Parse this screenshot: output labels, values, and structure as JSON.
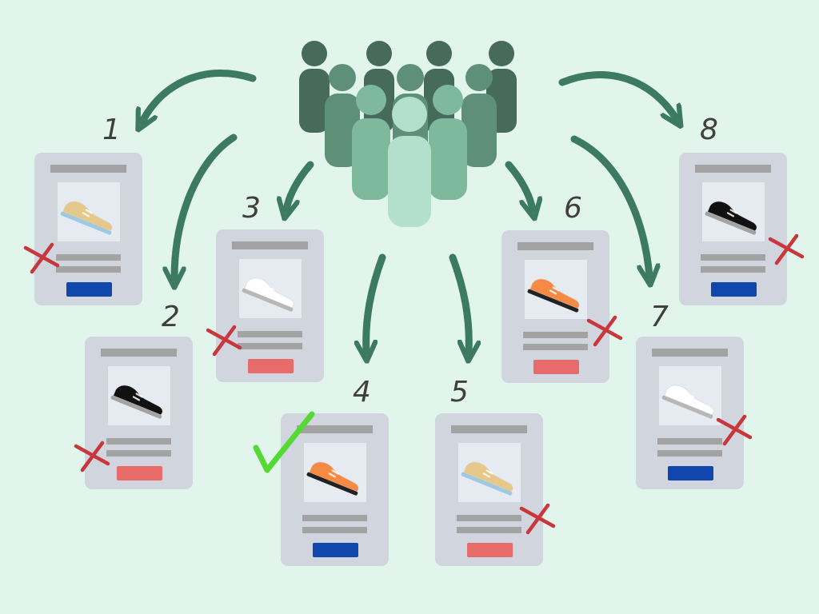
{
  "colors": {
    "background": "#e1f5ec",
    "card": "#d1d6de",
    "card_bar": "#a3a3a3",
    "image_bg": "#e6ebf1",
    "btn_blue": "#0f47ad",
    "btn_red": "#e86b6b",
    "arrow": "#3d7a64",
    "cross": "#c7373c",
    "check": "#55d935"
  },
  "icons": {
    "audience": "people-group-icon",
    "shoe": "sneaker-icon",
    "rejected": "red-cross-icon",
    "chosen": "green-checkmark-icon"
  },
  "variants": [
    {
      "number": "1",
      "shoe_color": "#e6c98a",
      "sole_color": "#9ec9e0",
      "button_color": "#0f47ad",
      "status": "rejected"
    },
    {
      "number": "2",
      "shoe_color": "#111111",
      "sole_color": "#a3a3a3",
      "button_color": "#e86b6b",
      "status": "rejected"
    },
    {
      "number": "3",
      "shoe_color": "#ffffff",
      "sole_color": "#b7b7b7",
      "button_color": "#e86b6b",
      "status": "rejected"
    },
    {
      "number": "4",
      "shoe_color": "#f58a45",
      "sole_color": "#222222",
      "button_color": "#0f47ad",
      "status": "chosen"
    },
    {
      "number": "5",
      "shoe_color": "#e6c98a",
      "sole_color": "#9ec9e0",
      "button_color": "#e86b6b",
      "status": "rejected"
    },
    {
      "number": "6",
      "shoe_color": "#f58a45",
      "sole_color": "#222222",
      "button_color": "#e86b6b",
      "status": "rejected"
    },
    {
      "number": "7",
      "shoe_color": "#ffffff",
      "sole_color": "#b7b7b7",
      "button_color": "#0f47ad",
      "status": "rejected"
    },
    {
      "number": "8",
      "shoe_color": "#111111",
      "sole_color": "#a3a3a3",
      "button_color": "#0f47ad",
      "status": "rejected"
    }
  ]
}
